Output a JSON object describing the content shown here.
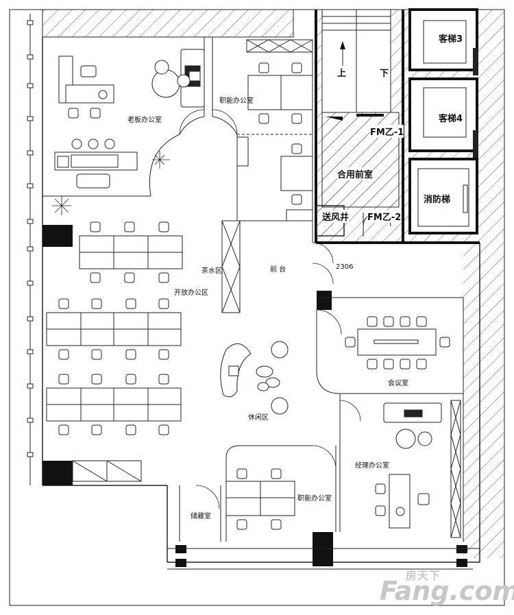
{
  "labels": {
    "boss_office": "老板办公室",
    "func_office_top": "职能办公室",
    "func_office_bottom": "职能办公室",
    "open_office": "开放办公区",
    "tea_area": "茶水区",
    "reception": "前 台",
    "lounge": "休闲区",
    "storage": "储藏室",
    "meeting_room": "会议室",
    "manager_office": "经理办公室",
    "unit_number": "2306",
    "shared_lobby": "合用前室",
    "air_shaft": "送风井",
    "door_fm1": "FM乙-1",
    "door_fm2": "FM乙-2",
    "elevator_3": "客梯3",
    "elevator_4": "客梯4",
    "fire_elevator": "消防梯",
    "stair_up": "上",
    "stair_down": "下"
  },
  "watermark": {
    "cn": "房天下",
    "en": "Fang.com"
  }
}
